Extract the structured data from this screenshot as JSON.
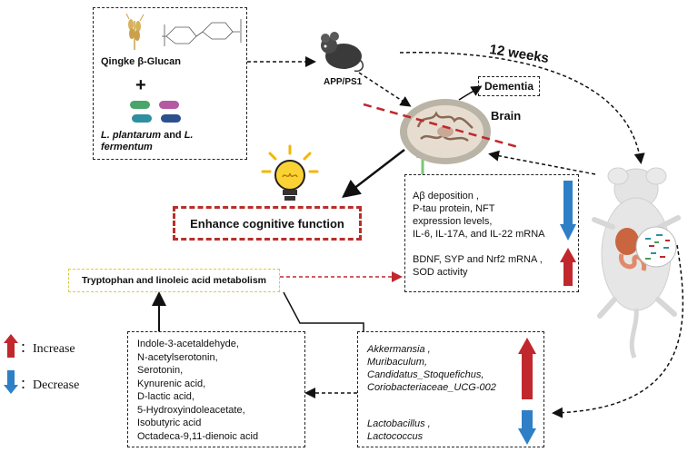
{
  "inputs": {
    "glucan_label": "Qingke β-Glucan",
    "plus_sign": "+",
    "probiotic_line1_a": "L. plantarum",
    "probiotic_line1_b": " and ",
    "probiotic_line1_c": "L.",
    "probiotic_line2": "fermentum"
  },
  "mouse_label": "APP/PS1",
  "duration_label": "12 weeks",
  "dementia_label": "Dementia",
  "brain_label": "Brain",
  "enhance_label": "Enhance cognitive function",
  "brain_changes": {
    "decrease_lines": [
      "Aβ deposition ,",
      "P-tau protein, NFT",
      "expression levels,",
      "IL-6, IL-17A, and IL-22 mRNA"
    ],
    "increase_lines": [
      "BDNF, SYP and Nrf2 mRNA ,",
      "SOD activity"
    ]
  },
  "metabolism_label": "Tryptophan and linoleic acid metabolism",
  "metabolites": [
    "Indole-3-acetaldehyde,",
    "N-acetylserotonin,",
    "Serotonin,",
    "Kynurenic acid,",
    "D-lactic acid,",
    "5-Hydroxyindoleacetate,",
    "Isobutyric acid",
    "Octadeca-9,11-dienoic acid"
  ],
  "microbes": {
    "increase": [
      "Akkermansia ,",
      "Muribaculum,",
      "Candidatus_Stoquefichus,",
      "Coriobacteriaceae_UCG-002"
    ],
    "decrease": [
      "Lactobacillus ,",
      "Lactococcus"
    ]
  },
  "legend": {
    "increase_label": "：Increase",
    "decrease_label": "：Decrease"
  },
  "colors": {
    "increase": "#c0282d",
    "decrease": "#2f7fc6",
    "enhance_border": "#b8302b",
    "metabolism_border": "#d8cf3a",
    "brain_arrow": "#7cc576"
  }
}
